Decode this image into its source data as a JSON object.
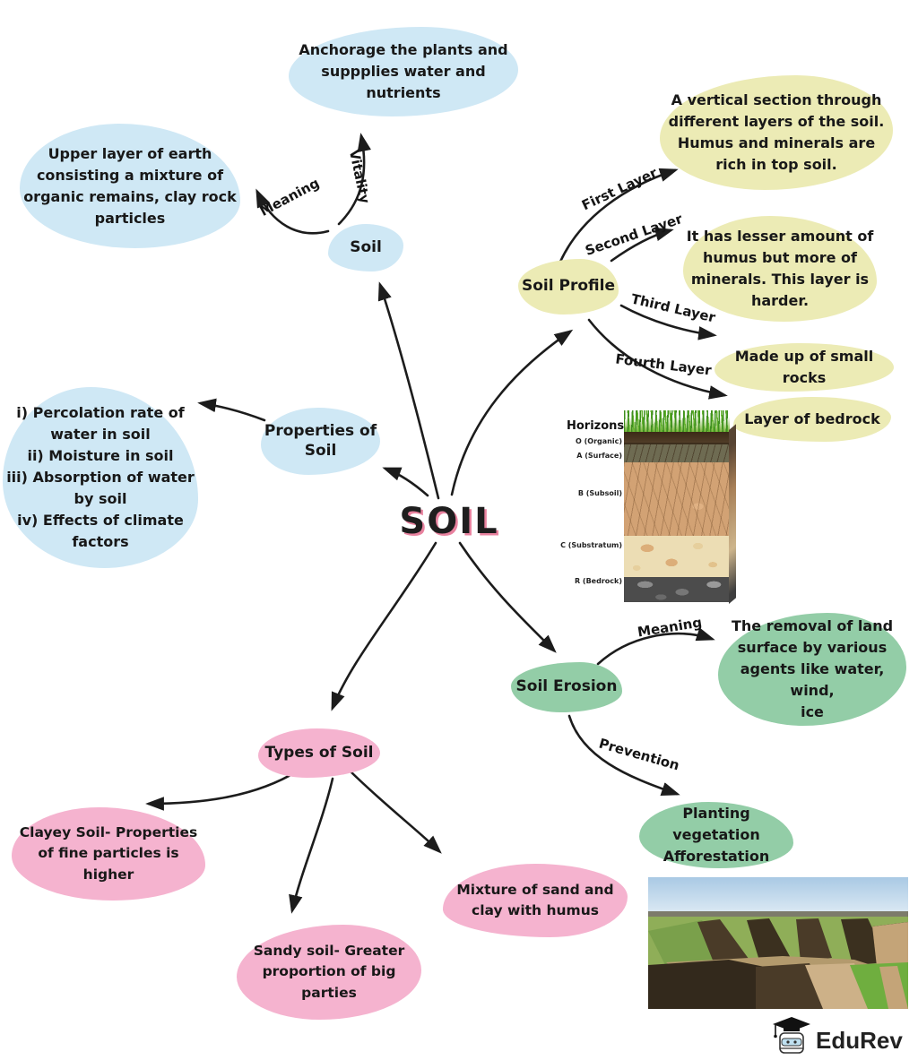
{
  "palette": {
    "blue": "#cfe8f5",
    "yellow": "#ecebb5",
    "green": "#93cda7",
    "pink": "#f5b3cf",
    "title_shadow": "#e8829f",
    "ink": "#1c1c1c"
  },
  "center": {
    "label": "SOIL"
  },
  "soil": {
    "node": "Soil",
    "edge_meaning": "Meaning",
    "edge_vitality": "Vitality",
    "meaning_note": "Upper layer of earth\nconsisting a mixture of\norganic remains, clay rock\nparticles",
    "vitality_note": "Anchorage the plants and\nsuppplies water and\nnutrients"
  },
  "profile": {
    "node": "Soil Profile",
    "edge_first": "First Layer",
    "edge_second": "Second Layer",
    "edge_third": "Third Layer",
    "edge_fourth": "Fourth Layer",
    "first_note": "A vertical section through\ndifferent layers of the soil.\nHumus and minerals are\nrich in top soil.",
    "second_note": "It has lesser amount of\nhumus but more of\nminerals. This layer is\nharder.",
    "third_note": "Made up of small rocks",
    "fourth_note": "Layer of bedrock"
  },
  "properties": {
    "node": "Properties of\nSoil",
    "note": "i) Percolation rate of\nwater in soil\nii) Moisture in soil\niii) Absorption of water\nby soil\niv) Effects of climate\nfactors"
  },
  "erosion": {
    "node": "Soil Erosion",
    "edge_meaning": "Meaning",
    "edge_prevention": "Prevention",
    "meaning_note": "The removal of land\nsurface by various\nagents like water, wind,\nice",
    "prevention_note": "Planting vegetation\nAfforestation"
  },
  "types": {
    "node": "Types of Soil",
    "clayey_note": "Clayey Soil- Properties\nof fine particles is\nhigher",
    "sandy_note": "Sandy soil- Greater\nproportion of big\nparties",
    "loamy_note": "Mixture of sand and\nclay with humus"
  },
  "horizons_figure": {
    "title": "Horizons",
    "labels": [
      "O (Organic)",
      "A (Surface)",
      "B (Subsoil)",
      "C (Substratum)",
      "R (Bedrock)"
    ]
  },
  "logo": {
    "text": "EduRev"
  }
}
